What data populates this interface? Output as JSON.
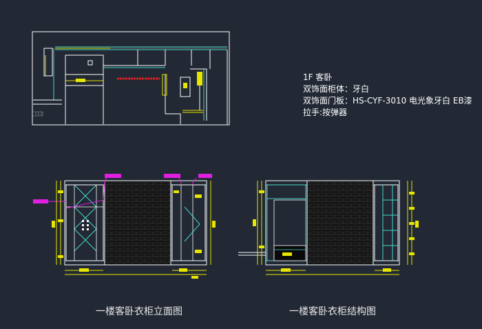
{
  "notes": {
    "line1": "1F 客卧",
    "line2": "双饰面柜体：牙白",
    "line3": "双饰面门板：HS-CYF-3010 电光象牙白 EB漆",
    "line4": "拉手:按弹器"
  },
  "captions": {
    "elevation": "一楼客卧衣柜立面图",
    "structure": "一楼客卧衣柜结构图"
  },
  "colors": {
    "background": "#222834",
    "frame": "#ffffff",
    "dimension": "#e6e600",
    "annotation": "#e020e0",
    "cabinet": "#48d8c8",
    "accent_red": "#e02020",
    "brick": "#141414"
  }
}
